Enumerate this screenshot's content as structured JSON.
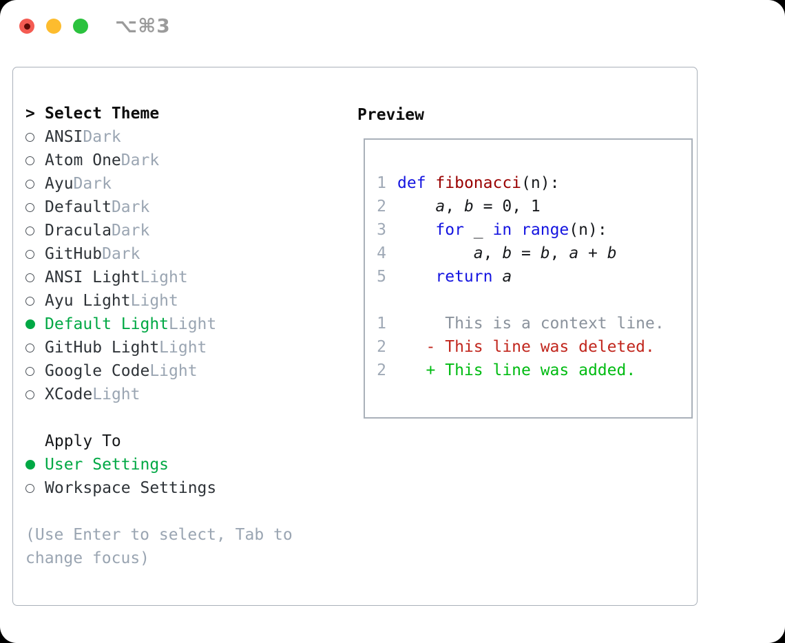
{
  "window": {
    "title": "⌥⌘3",
    "traffic_lights": [
      "close",
      "minimize",
      "zoom"
    ]
  },
  "colors": {
    "ui_green": "#00a844",
    "keyword_blue": "#1414e0",
    "function_red": "#990000",
    "diff_deleted_red": "#c1261d",
    "diff_added_green": "#00bb12",
    "muted_gray": "#9aa5b2",
    "line_number_gray": "#9fa9b6",
    "context_gray": "#8a929c",
    "border_gray": "#a9b0b9"
  },
  "theme_panel": {
    "title": "Select Theme",
    "pointer": ">",
    "themes": [
      {
        "name": "ANSI",
        "variant": "Dark",
        "selected": false
      },
      {
        "name": "Atom One",
        "variant": "Dark",
        "selected": false
      },
      {
        "name": "Ayu",
        "variant": "Dark",
        "selected": false
      },
      {
        "name": "Default",
        "variant": "Dark",
        "selected": false
      },
      {
        "name": "Dracula",
        "variant": "Dark",
        "selected": false
      },
      {
        "name": "GitHub",
        "variant": "Dark",
        "selected": false
      },
      {
        "name": "ANSI Light",
        "variant": "Light",
        "selected": false
      },
      {
        "name": "Ayu Light",
        "variant": "Light",
        "selected": false
      },
      {
        "name": "Default Light",
        "variant": "Light",
        "selected": true
      },
      {
        "name": "GitHub Light",
        "variant": "Light",
        "selected": false
      },
      {
        "name": "Google Code",
        "variant": "Light",
        "selected": false
      },
      {
        "name": "XCode",
        "variant": "Light",
        "selected": false
      }
    ],
    "apply_to": {
      "title": "Apply To",
      "options": [
        {
          "label": "User Settings",
          "selected": true
        },
        {
          "label": "Workspace Settings",
          "selected": false
        }
      ]
    },
    "hint": "(Use Enter to select, Tab to change focus)"
  },
  "preview": {
    "title": "Preview",
    "code_lines": [
      {
        "num": "1",
        "segments": [
          {
            "t": "def",
            "c": "kw"
          },
          {
            "t": " "
          },
          {
            "t": "fibonacci",
            "c": "fn"
          },
          {
            "t": "(n):"
          }
        ]
      },
      {
        "num": "2",
        "segments": [
          {
            "t": "    "
          },
          {
            "t": "a",
            "c": "var"
          },
          {
            "t": ", "
          },
          {
            "t": "b",
            "c": "var"
          },
          {
            "t": " = 0, 1"
          }
        ]
      },
      {
        "num": "3",
        "segments": [
          {
            "t": "    "
          },
          {
            "t": "for",
            "c": "kw"
          },
          {
            "t": " _ "
          },
          {
            "t": "in",
            "c": "kw"
          },
          {
            "t": " "
          },
          {
            "t": "range",
            "c": "kw"
          },
          {
            "t": "(n):"
          }
        ]
      },
      {
        "num": "4",
        "segments": [
          {
            "t": "        "
          },
          {
            "t": "a",
            "c": "var"
          },
          {
            "t": ", "
          },
          {
            "t": "b",
            "c": "var"
          },
          {
            "t": " = "
          },
          {
            "t": "b",
            "c": "var"
          },
          {
            "t": ", "
          },
          {
            "t": "a",
            "c": "var"
          },
          {
            "t": " + "
          },
          {
            "t": "b",
            "c": "var"
          }
        ]
      },
      {
        "num": "5",
        "segments": [
          {
            "t": "    "
          },
          {
            "t": "return",
            "c": "kw"
          },
          {
            "t": " "
          },
          {
            "t": "a",
            "c": "var"
          }
        ]
      }
    ],
    "diff_lines": [
      {
        "num": "1",
        "type": "context",
        "text": "     This is a context line."
      },
      {
        "num": "2",
        "type": "deleted",
        "text": "   - This line was deleted."
      },
      {
        "num": "2",
        "type": "added",
        "text": "   + This line was added."
      }
    ]
  }
}
